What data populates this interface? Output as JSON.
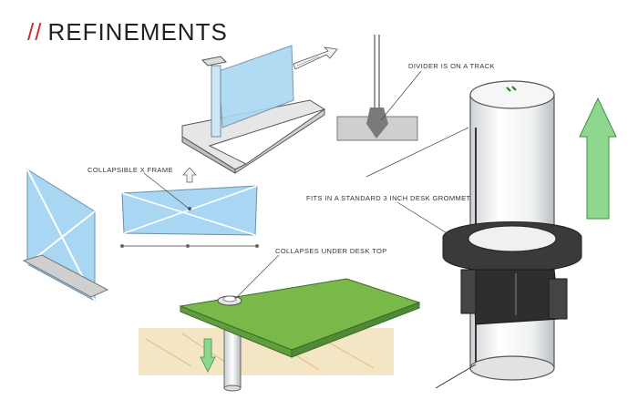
{
  "title": {
    "prefix": "//",
    "text": "REFINEMENTS"
  },
  "labels": {
    "divider_track": "DIVIDER IS ON A TRACK",
    "collapsible_frame": "COLLAPSIBLE X FRAME",
    "grommet_fit": "FITS IN A STANDARD 3 INCH DESK GROMMET",
    "collapses_under": "COLLAPSES UNDER  DESK TOP"
  },
  "colors": {
    "accent_red": "#d0302a",
    "glass_blue": "#a9d6f2",
    "desk_green": "#79b94a",
    "arrow_green": "#8fd68f",
    "wood_tan": "#f0dcb0",
    "grommet_dark": "#3a3a3a"
  }
}
